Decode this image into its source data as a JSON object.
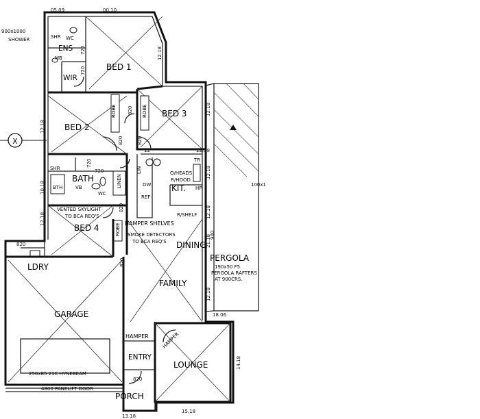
{
  "rooms": {
    "ens": "ENS",
    "wir": "WIR",
    "bed1": "BED 1",
    "bed2": "BED 2",
    "bed3": "BED 3",
    "bed4": "BED 4",
    "bath": "BATH",
    "kit": "KIT.",
    "dining": "DINING",
    "family": "FAMILY",
    "pergola": "PERGOLA",
    "garage": "GARAGE",
    "ldry": "LDRY",
    "entry": "ENTRY",
    "lounge": "LOUNGE",
    "porch": "PORCH"
  },
  "labels": {
    "shower_size": "900x1000",
    "shower": "SHOWER",
    "section_marker": "X",
    "robe": "ROBE",
    "linen": "LINEN",
    "lin": "LIN",
    "wc": "WC",
    "vb": "VB",
    "bth": "BTH",
    "mb": "MB",
    "shr": "SHR",
    "tr": "TR",
    "hp": "HP",
    "dw": "DW",
    "ref": "REF",
    "o_heads": "O/HEADS",
    "r_hood": "R/HOOD",
    "r_shelf": "R/SHELF",
    "vented_skylight_1": "VENTED SKYLIGHT",
    "vented_skylight_2": "TO BCA REQ'S",
    "hamper_shelves": "HAMPER  SHELVES",
    "smoke_1": "SMOKE DETECTORS",
    "smoke_2": "TO BCA REQ'S",
    "pergola_note_1": "190x50 F5",
    "pergola_note_2": "PERGOLA RAFTERS",
    "pergola_note_3": "AT 900CRS.",
    "pergola_width": "100x1",
    "hamper": "HAMPER",
    "hamper2": "HAMPER",
    "beam": "250x85 21C HYNEBEAM",
    "door": "4800 PANELIFT DOOR"
  },
  "dims": {
    "d_top1": "05.09",
    "d_top2": "00.10",
    "d_720a": "720",
    "d_720b": "720",
    "d_720c": "720",
    "d_720d": "720",
    "d_820a": "820",
    "d_820b": "820",
    "d_820c": "820",
    "d_820d": "820",
    "d_820e": "820",
    "d_820f": "820",
    "d_820g": "820",
    "d_1218a": "12.18",
    "d_1218b": "12.18",
    "d_1218c": "12.18",
    "d_1218d": "12.18",
    "d_1218e": "12.18",
    "d_1218f": "12.18",
    "d_1218g": "12.18",
    "d_1218h": "12.18",
    "d_2118": "21.18",
    "d_1806": "18.06",
    "d_1518": "15.18",
    "d_1318": "13.18",
    "d_1418": "14.18",
    "d_1018": "10.18",
    "d_12": "12",
    "d_900": "900"
  }
}
